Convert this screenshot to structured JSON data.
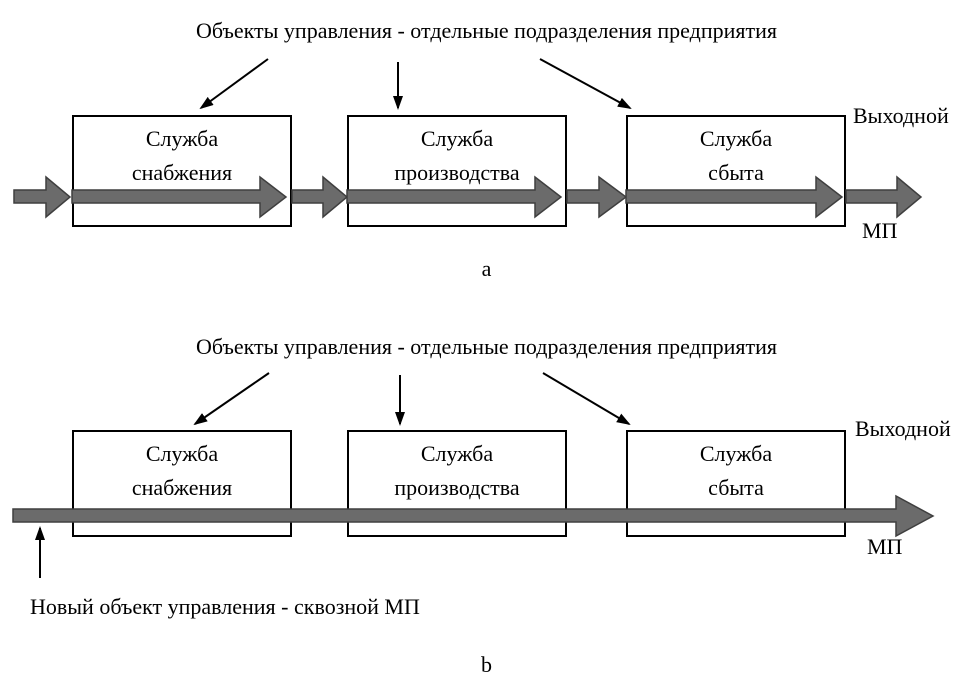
{
  "diagram_a": {
    "caption": "a",
    "annotation": "Объекты управления - отдельные подразделения предприятия",
    "boxes": [
      {
        "line1": "Служба",
        "line2": "снабжения"
      },
      {
        "line1": "Служба",
        "line2": "производства"
      },
      {
        "line1": "Служба",
        "line2": "сбыта"
      }
    ],
    "output_label_top": "Выходной",
    "output_label_bottom": "МП"
  },
  "diagram_b": {
    "caption": "b",
    "annotation": "Объекты управления - отдельные подразделения предприятия",
    "boxes": [
      {
        "line1": "Служба",
        "line2": "снабжения"
      },
      {
        "line1": "Служба",
        "line2": "производства"
      },
      {
        "line1": "Служба",
        "line2": "сбыта"
      }
    ],
    "output_label_top": "Выходной",
    "output_label_bottom": "МП",
    "new_object_label": "Новый объект управления - сквозной МП"
  },
  "colors": {
    "background": "#ffffff",
    "box_fill": "#ffffff",
    "box_border": "#000000",
    "annotation_arrow": "#000000",
    "flow_arrow_fill": "#6b6b6b",
    "flow_arrow_stroke": "#3f3f3f",
    "text": "#000000"
  }
}
